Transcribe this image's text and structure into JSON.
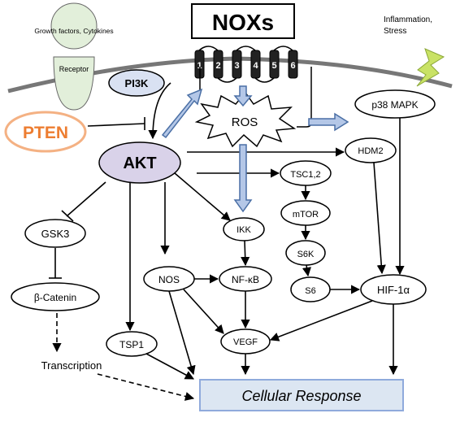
{
  "title": "NOXs",
  "membrane_left": "Growth factors, Cytokines",
  "receptor": "Receptor",
  "inflammation": [
    "Inflammation,",
    "Stress"
  ],
  "nox_segments": [
    "1",
    "2",
    "3",
    "4",
    "5",
    "6"
  ],
  "nodes": {
    "pi3k": "PI3K",
    "pten": "PTEN",
    "akt": "AKT",
    "ros": "ROS",
    "p38": "p38 MAPK",
    "hdm2": "HDM2",
    "tsc": "TSC1,2",
    "mtor": "mTOR",
    "s6k": "S6K",
    "s6": "S6",
    "hif": "HIF-1α",
    "ikk": "IKK",
    "nos": "NOS",
    "nfkb": "NF-κB",
    "vegf": "VEGF",
    "tsp1": "TSP1",
    "gsk3": "GSK3",
    "bcat": "β-Catenin",
    "transcription": "Transcription",
    "cellular": "Cellular Response"
  },
  "colors": {
    "pi3k_fill": "#d9e1f2",
    "pten_stroke": "#f4b183",
    "pten_text": "#ed7d31",
    "akt_fill": "#d9d2e9",
    "receptor_fill": "#e2efda",
    "outcome_fill": "#dce6f2",
    "outcome_stroke": "#8faadc",
    "arrow_blue": "#b4c7e7",
    "arrow_blue_stroke": "#4a6fa5",
    "lightning": "#c9e265"
  }
}
